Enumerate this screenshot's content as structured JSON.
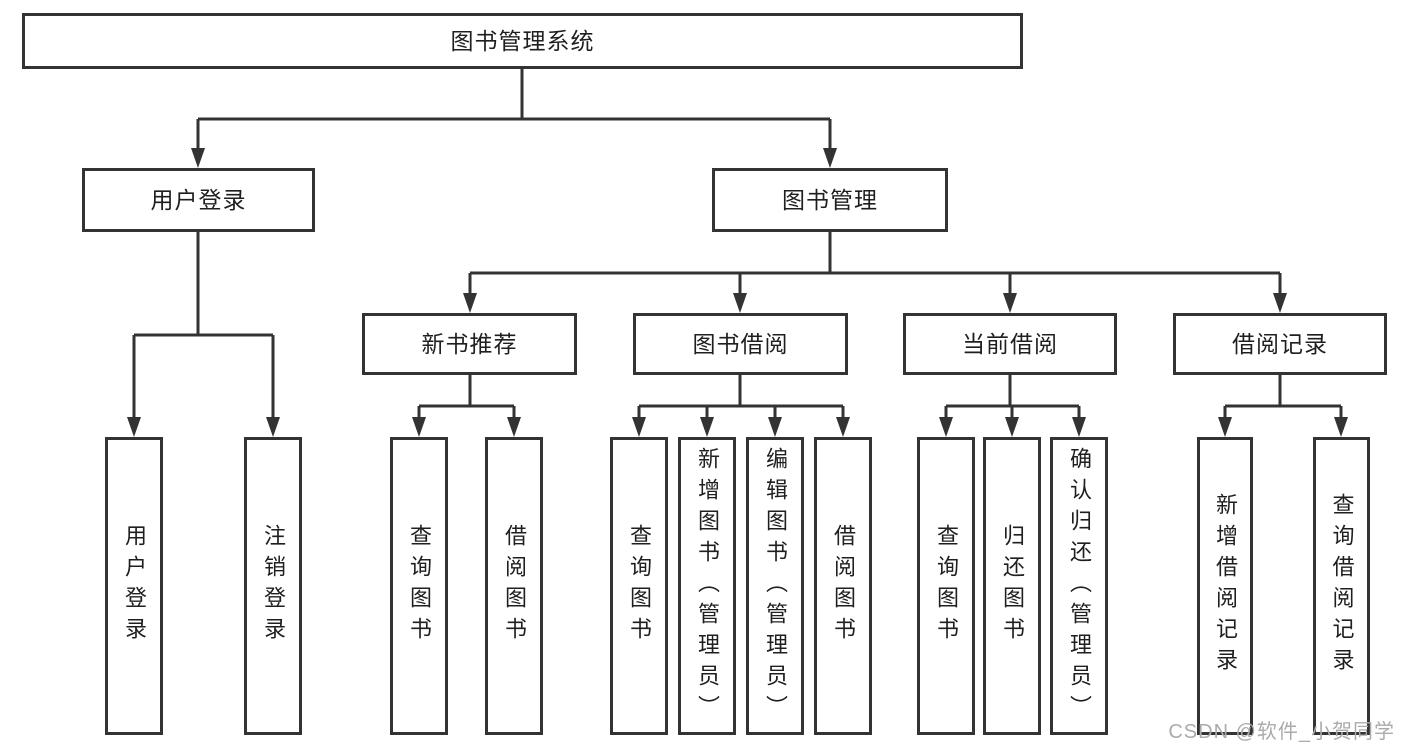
{
  "diagram": {
    "title": "图书管理系统",
    "nodes": [
      {
        "id": "root",
        "label": "图书管理系统",
        "parent": null
      },
      {
        "id": "user-login",
        "label": "用户登录",
        "parent": "root"
      },
      {
        "id": "book-mgmt",
        "label": "图书管理",
        "parent": "root"
      },
      {
        "id": "login",
        "label": "用户登录",
        "parent": "user-login"
      },
      {
        "id": "logout",
        "label": "注销登录",
        "parent": "user-login"
      },
      {
        "id": "new-book-rec",
        "label": "新书推荐",
        "parent": "book-mgmt"
      },
      {
        "id": "book-borrow",
        "label": "图书借阅",
        "parent": "book-mgmt"
      },
      {
        "id": "current-borrow",
        "label": "当前借阅",
        "parent": "book-mgmt"
      },
      {
        "id": "borrow-records",
        "label": "借阅记录",
        "parent": "book-mgmt"
      },
      {
        "id": "nbr-query",
        "label": "查询图书",
        "parent": "new-book-rec"
      },
      {
        "id": "nbr-borrow",
        "label": "借阅图书",
        "parent": "new-book-rec"
      },
      {
        "id": "bb-query",
        "label": "查询图书",
        "parent": "book-borrow"
      },
      {
        "id": "bb-add",
        "label": "新增图书（管理员）",
        "parent": "book-borrow"
      },
      {
        "id": "bb-edit",
        "label": "编辑图书（管理员）",
        "parent": "book-borrow"
      },
      {
        "id": "bb-borrow",
        "label": "借阅图书",
        "parent": "book-borrow"
      },
      {
        "id": "cb-query",
        "label": "查询图书",
        "parent": "current-borrow"
      },
      {
        "id": "cb-return",
        "label": "归还图书",
        "parent": "current-borrow"
      },
      {
        "id": "cb-confirm",
        "label": "确认归还（管理员）",
        "parent": "current-borrow"
      },
      {
        "id": "br-add",
        "label": "新增借阅记录",
        "parent": "borrow-records"
      },
      {
        "id": "br-query",
        "label": "查询借阅记录",
        "parent": "borrow-records"
      }
    ]
  },
  "colors": {
    "line": "#333333",
    "box_border": "#333333",
    "text": "#1f1f1f",
    "watermark": "#ababab",
    "background": "#ffffff"
  },
  "watermark": {
    "text": "CSDN @软件_小贺同学"
  }
}
